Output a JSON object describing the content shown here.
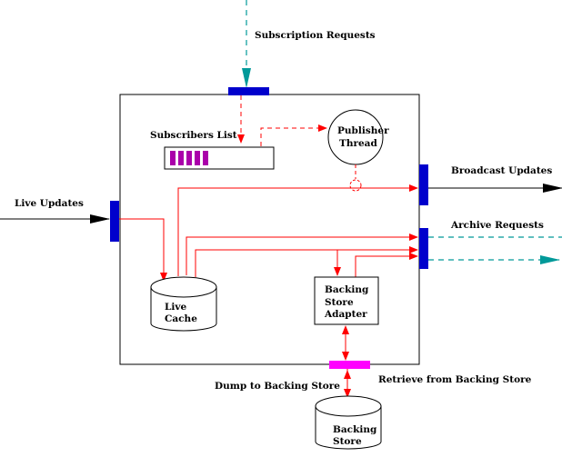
{
  "labels": {
    "subscription_requests": "Subscription Requests",
    "subscribers_list": "Subscribers List",
    "publisher_line1": "Publisher",
    "publisher_line2": "Thread",
    "broadcast_updates": "Broadcast Updates",
    "live_updates": "Live Updates",
    "archive_requests": "Archive Requests",
    "live_cache_line1": "Live",
    "live_cache_line2": "Cache",
    "backing_adapter_line1": "Backing",
    "backing_adapter_line2": "Store",
    "backing_adapter_line3": "Adapter",
    "dump_to_backing_store": "Dump to Backing Store",
    "retrieve_from_backing_store": "Retrieve from Backing Store",
    "backing_store_line1": "Backing",
    "backing_store_line2": "Store"
  },
  "colors": {
    "flow_red": "#ff0000",
    "request_teal": "#009999",
    "port_blue": "#0000cc",
    "port_magenta": "#ff00ff",
    "list_slot_purple": "#aa00aa"
  },
  "subscriber_slots": 5
}
